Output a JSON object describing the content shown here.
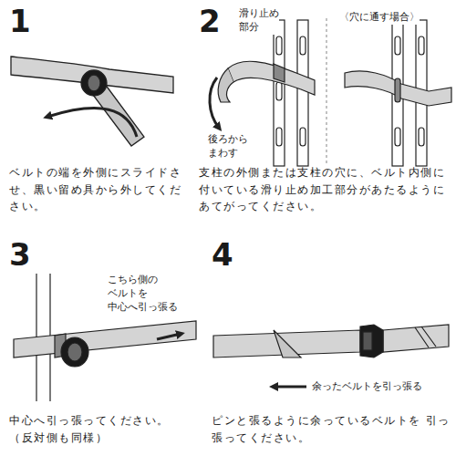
{
  "diagram": {
    "labels": [
      "1",
      "ベルトの端を外側にスライドさせ、黒い留め具から外してください。",
      "2",
      "滑り止め 部分",
      "〈穴に通す場合〉",
      "後ろから まわす",
      "支柱の外側または支柱の穴に、ベルト内側に付いている滑り止め加工部分があたるようにあてがってください。",
      "3",
      "こちら側の ベルトを 中心へ引っ張る",
      "中心へ引っ張ってください。 （反対側も同様）",
      "4",
      "余ったベルトを引っ張る",
      "ピンと張るように余っているベルトを 引っ張ってください。"
    ]
  }
}
